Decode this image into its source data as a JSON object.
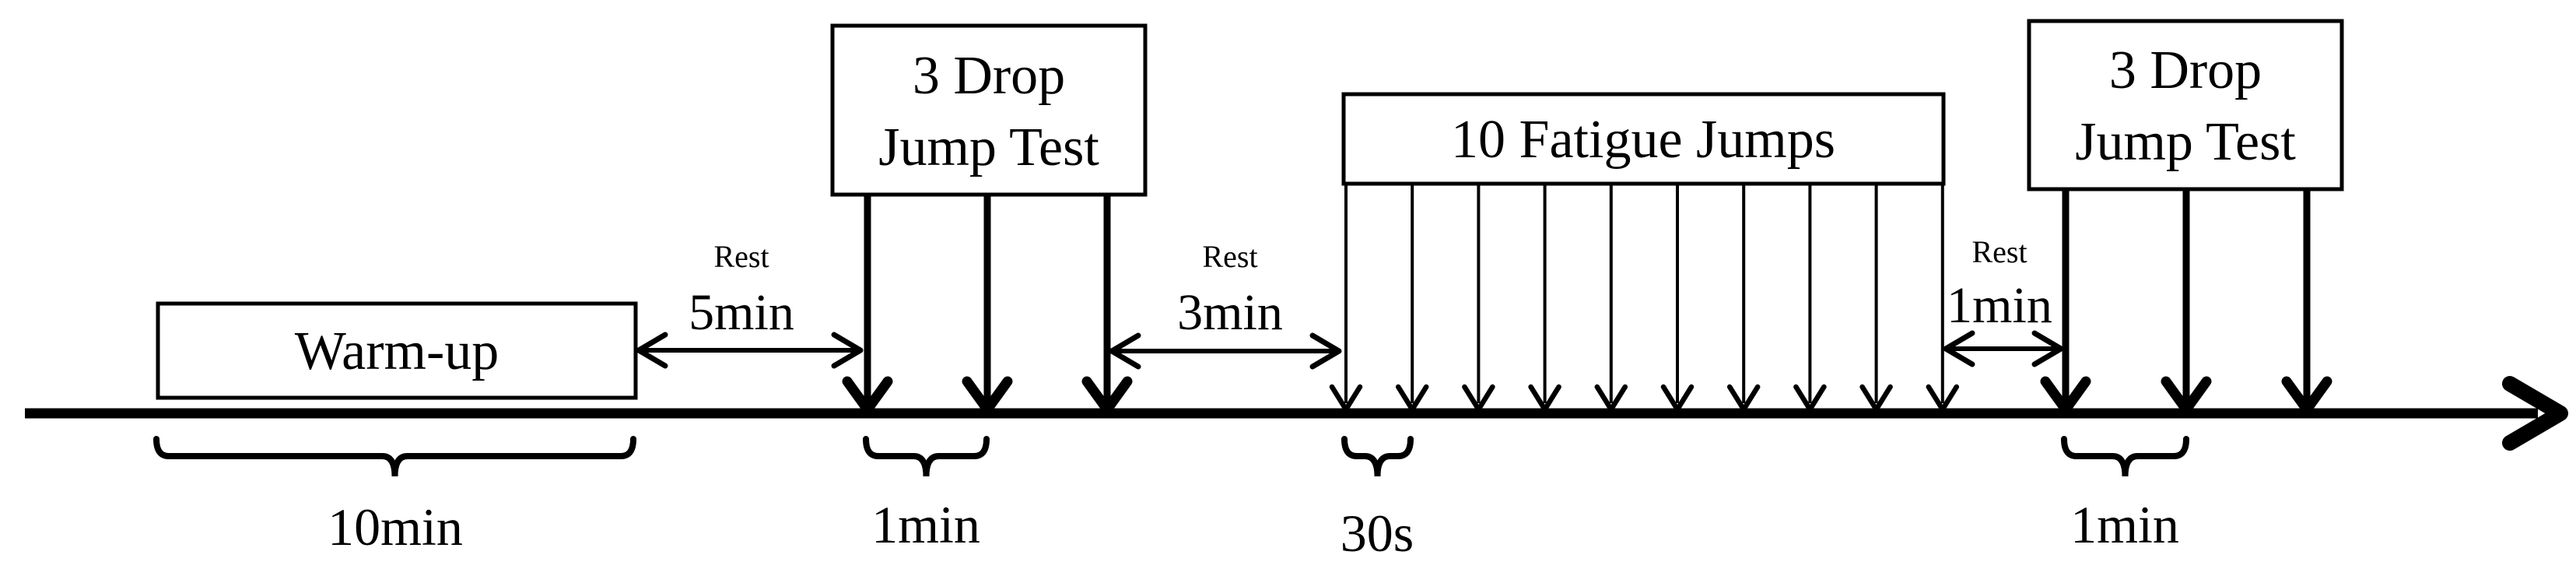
{
  "diagram": {
    "background": "#ffffff",
    "ink": "#000000",
    "events": [
      {
        "id": "warmup",
        "label": "Warm-up",
        "duration_below": "10min"
      },
      {
        "id": "drop-jump-test-1",
        "lines": [
          "3 Drop",
          "Jump Test"
        ],
        "arrow_count": 3,
        "duration_below": "1min"
      },
      {
        "id": "fatigue-jumps",
        "label": "10 Fatigue Jumps",
        "arrow_count": 10,
        "duration_below": "30s"
      },
      {
        "id": "drop-jump-test-2",
        "lines": [
          "3 Drop",
          "Jump Test"
        ],
        "arrow_count": 3,
        "duration_below": "1min"
      }
    ],
    "rests": [
      {
        "label": "Rest",
        "duration": "5min"
      },
      {
        "label": "Rest",
        "duration": "3min"
      },
      {
        "label": "Rest",
        "duration": "1min"
      }
    ]
  }
}
